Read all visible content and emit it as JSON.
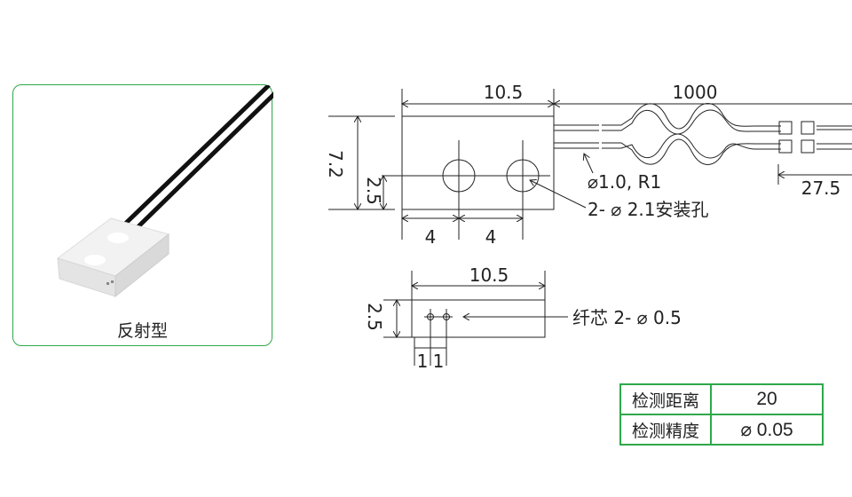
{
  "product": {
    "label": "反射型"
  },
  "top_view": {
    "width_dim": "10.5",
    "cable_length_dim": "1000",
    "height_dim": "7.2",
    "hole_offset_dim": "2.5",
    "hole_spacing_dims": [
      "4",
      "4"
    ],
    "fiber_note": "⌀1.0, R1",
    "hole_note": "2- ⌀ 2.1安装孔",
    "connector_dim": "27.5"
  },
  "side_view": {
    "width_dim": "10.5",
    "height_dim": "2.5",
    "core_spacing_dims": [
      "1",
      "1"
    ],
    "core_note": "纤芯 2- ⌀ 0.5"
  },
  "spec_table": {
    "rows": [
      {
        "label": "检测距离",
        "value": "20"
      },
      {
        "label": "检测精度",
        "value": "⌀ 0.05"
      }
    ]
  },
  "colors": {
    "accent": "#2ea84a"
  }
}
